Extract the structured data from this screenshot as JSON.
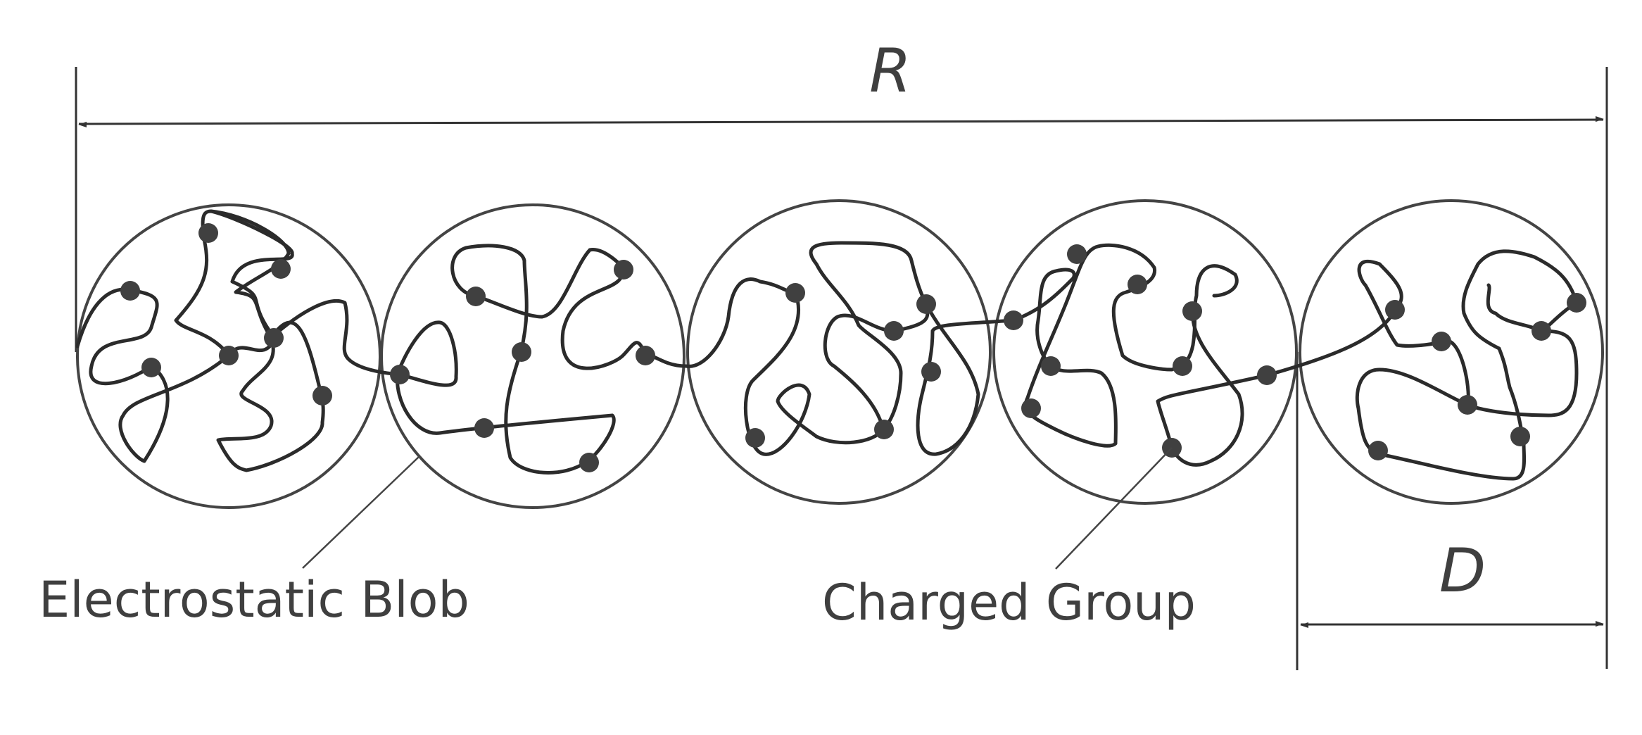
{
  "labels": {
    "blob": "Electrostatic Blob",
    "charged_group": "Charged Group",
    "chain_length": "R",
    "blob_size": "D"
  },
  "colors": {
    "line": "#2b2b2b",
    "text": "#3f3f3f",
    "charge": "#404040"
  },
  "blob_count": 5
}
